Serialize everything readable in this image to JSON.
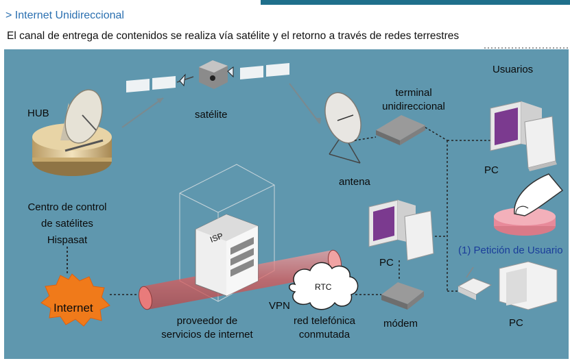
{
  "header": {
    "title": "> Internet Unidireccional",
    "subtitle": "El canal de entrega de contenidos se realiza vía satélite y el retorno a través de redes terrestres"
  },
  "diagram": {
    "hub_label": "HUB",
    "satellite_label": "satélite",
    "control_center_label": [
      "Centro de control",
      "de satélites",
      "Hispasat"
    ],
    "internet_label": "Internet",
    "isp_label": "ISP",
    "isp_caption": [
      "proveedor de",
      "servicios de internet"
    ],
    "vpn_label": "VPN",
    "rtc_label": "RTC",
    "rtc_caption": [
      "red telefónica",
      "conmutada"
    ],
    "modem_label": "módem",
    "pc_label_middle": "PC",
    "antenna_label": "antena",
    "terminal_label": [
      "terminal",
      "unidireccional"
    ],
    "users_label": "Usuarios",
    "pc_label_top": "PC",
    "user_request_label": "(1) Petición de Usuario",
    "pc_label_bottom": "PC"
  },
  "colors": {
    "panel_bg": "#5f97ae",
    "title_blue": "#2a6fb0",
    "internet_burst": "#f07a1a",
    "vpn_tube": "#e76b6b",
    "screen_purple": "#7b3a8f",
    "request_pink": "#e88a9a",
    "request_blue": "#1a3d9a"
  },
  "icons": [
    "satellite-dish-icon",
    "satellite-icon",
    "server-rack-icon",
    "cloud-icon",
    "starburst-icon",
    "desktop-pc-icon",
    "modem-icon",
    "finger-press-icon"
  ]
}
